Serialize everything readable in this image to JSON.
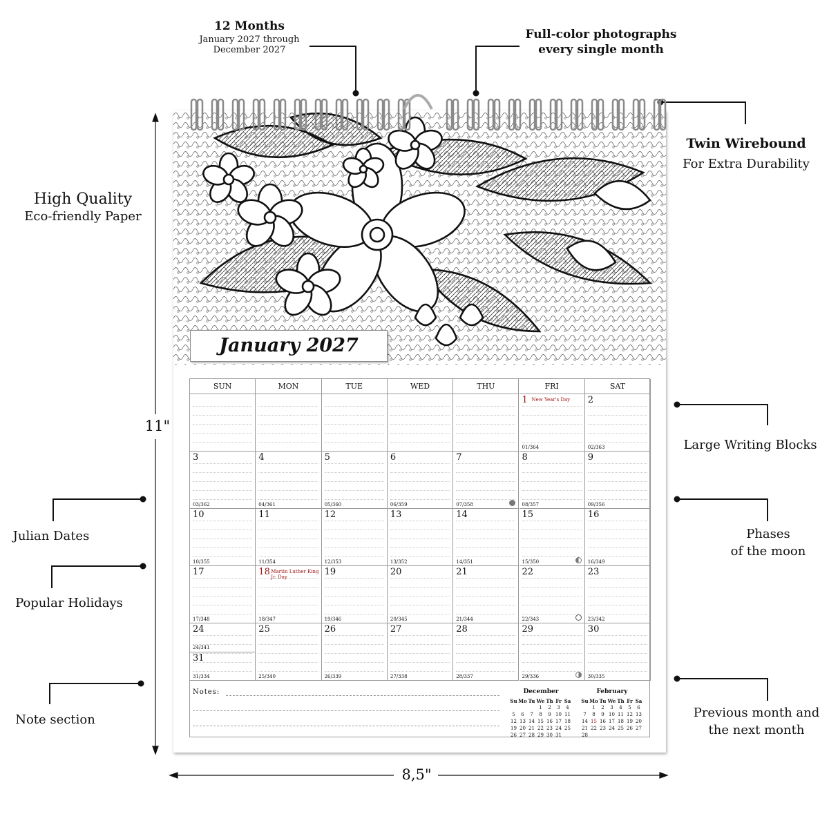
{
  "callouts": {
    "months_title": "12 Months",
    "months_sub_1": "January 2027 through",
    "months_sub_2": "December 2027",
    "photos_1": "Full-color photographs",
    "photos_2": "every single month",
    "wirebound_title": "Twin Wirebound",
    "wirebound_sub": "For Extra Durability",
    "paper_title": "High Quality",
    "paper_sub": "Eco-friendly Paper",
    "writing_blocks": "Large Writing Blocks",
    "moon_1": "Phases",
    "moon_2": "of the moon",
    "julian": "Julian Dates",
    "holidays": "Popular Holidays",
    "notes": "Note section",
    "prevnext_1": "Previous month and",
    "prevnext_2": "the next month"
  },
  "dimensions": {
    "height": "11\"",
    "width": "8,5\""
  },
  "calendar": {
    "month_title": "January 2027",
    "weekdays": [
      "SUN",
      "MON",
      "TUE",
      "WED",
      "THU",
      "FRI",
      "SAT"
    ],
    "weeks": [
      [
        null,
        null,
        null,
        null,
        null,
        {
          "day": "1",
          "julian": "01/364",
          "holiday": "New Year's Day",
          "red": true
        },
        {
          "day": "2",
          "julian": "02/363"
        }
      ],
      [
        {
          "day": "3",
          "julian": "03/362"
        },
        {
          "day": "4",
          "julian": "04/361"
        },
        {
          "day": "5",
          "julian": "05/360"
        },
        {
          "day": "6",
          "julian": "06/359"
        },
        {
          "day": "7",
          "julian": "07/358",
          "moon": "new"
        },
        {
          "day": "8",
          "julian": "08/357"
        },
        {
          "day": "9",
          "julian": "09/356"
        }
      ],
      [
        {
          "day": "10",
          "julian": "10/355"
        },
        {
          "day": "11",
          "julian": "11/354"
        },
        {
          "day": "12",
          "julian": "12/353"
        },
        {
          "day": "13",
          "julian": "13/352"
        },
        {
          "day": "14",
          "julian": "14/351"
        },
        {
          "day": "15",
          "julian": "15/350",
          "moon": "first-quarter"
        },
        {
          "day": "16",
          "julian": "16/349"
        }
      ],
      [
        {
          "day": "17",
          "julian": "17/348"
        },
        {
          "day": "18",
          "julian": "18/347",
          "holiday": "Martin Luther King Jr. Day",
          "red": true
        },
        {
          "day": "19",
          "julian": "19/346"
        },
        {
          "day": "20",
          "julian": "20/345"
        },
        {
          "day": "21",
          "julian": "21/344"
        },
        {
          "day": "22",
          "julian": "22/343",
          "moon": "full"
        },
        {
          "day": "23",
          "julian": "23/342"
        }
      ],
      [
        {
          "day": "24",
          "julian": "24/341",
          "extra_day": "31",
          "extra_julian": "31/334"
        },
        {
          "day": "25",
          "julian": "25/340"
        },
        {
          "day": "26",
          "julian": "26/339"
        },
        {
          "day": "27",
          "julian": "27/338"
        },
        {
          "day": "28",
          "julian": "28/337"
        },
        {
          "day": "29",
          "julian": "29/336",
          "moon": "last-quarter"
        },
        {
          "day": "30",
          "julian": "30/335"
        }
      ]
    ],
    "notes_label": "Notes:",
    "mini_months": [
      {
        "name": "December",
        "header": [
          "Su",
          "Mo",
          "Tu",
          "We",
          "Th",
          "Fr",
          "Sa"
        ],
        "rows": [
          [
            "",
            "",
            "",
            "1",
            "2",
            "3",
            "4"
          ],
          [
            "5",
            "6",
            "7",
            "8",
            "9",
            "10",
            "11"
          ],
          [
            "12",
            "13",
            "14",
            "15",
            "16",
            "17",
            "18"
          ],
          [
            "19",
            "20",
            "21",
            "22",
            "23",
            "24",
            "25"
          ],
          [
            "26",
            "27",
            "28",
            "29",
            "30",
            "31",
            ""
          ]
        ]
      },
      {
        "name": "February",
        "header": [
          "Su",
          "Mo",
          "Tu",
          "We",
          "Th",
          "Fr",
          "Sa"
        ],
        "rows": [
          [
            "",
            "1",
            "2",
            "3",
            "4",
            "5",
            "6"
          ],
          [
            "7",
            "8",
            "9",
            "10",
            "11",
            "12",
            "13"
          ],
          [
            "14",
            "15",
            "16",
            "17",
            "18",
            "19",
            "20"
          ],
          [
            "21",
            "22",
            "23",
            "24",
            "25",
            "26",
            "27"
          ],
          [
            "28",
            "",
            "",
            "",
            "",
            "",
            ""
          ]
        ],
        "red_day": "15"
      }
    ]
  },
  "colors": {
    "holiday_red": "#a01414",
    "grid_line": "#999999"
  }
}
